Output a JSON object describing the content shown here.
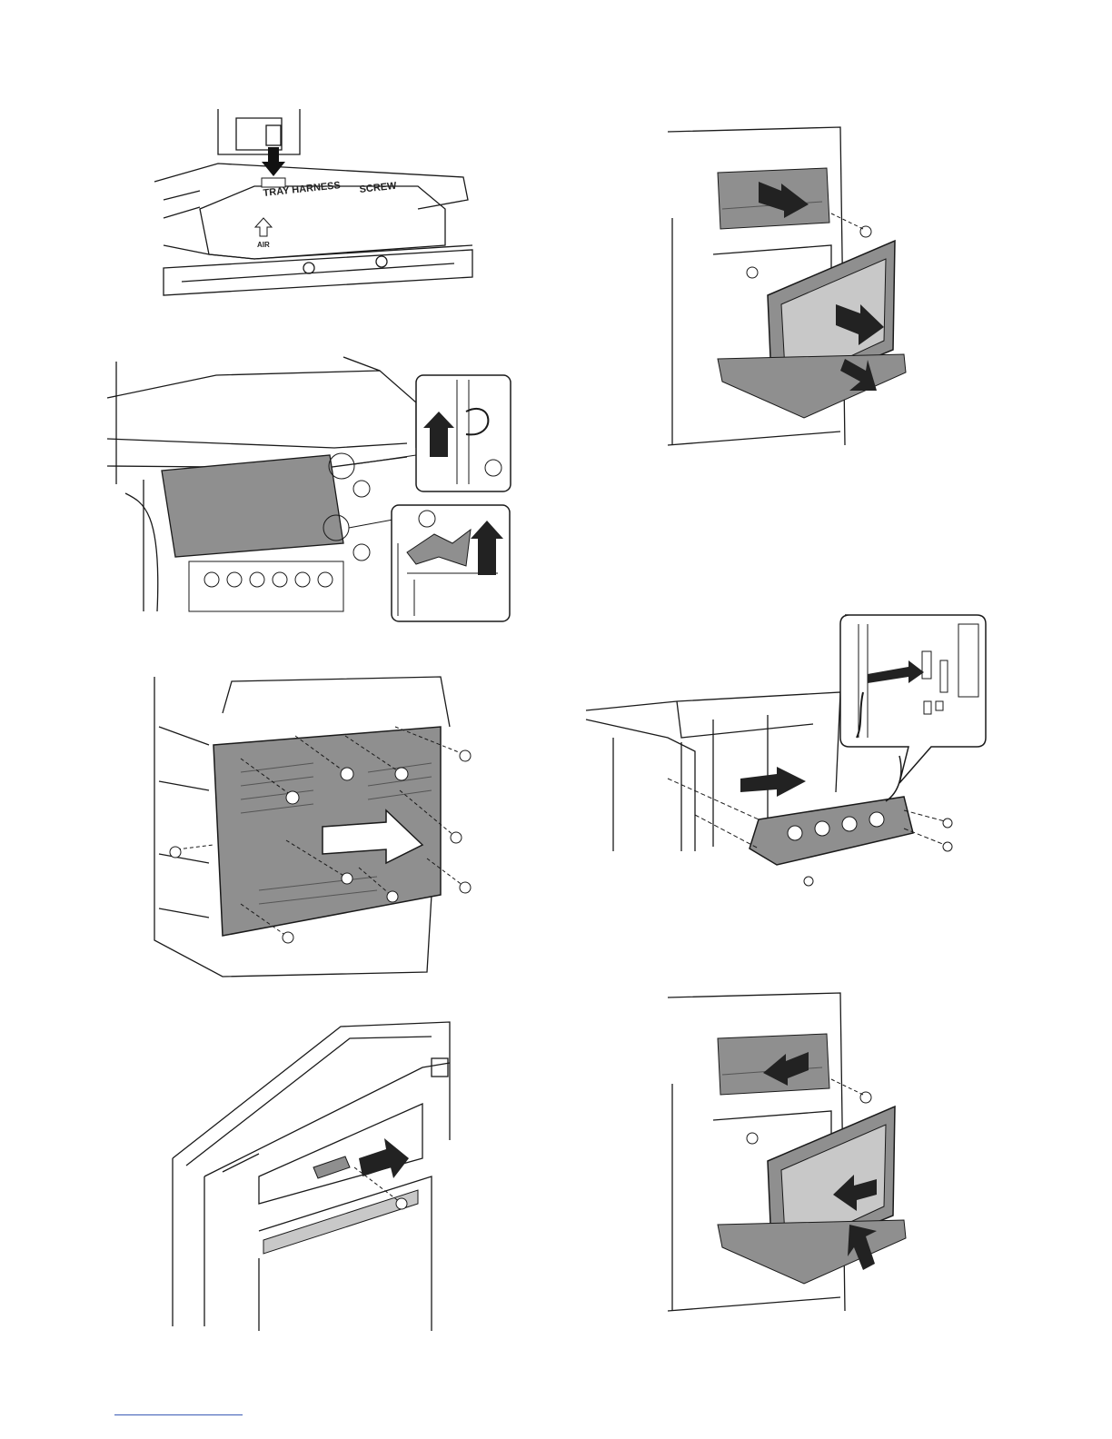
{
  "figures": {
    "harness": {
      "label_tray_harness": "TRAY HARNESS",
      "label_screw": "SCREW",
      "label_air": "AIR"
    }
  },
  "colors": {
    "panel_gray": "#8f8f8f",
    "light_gray": "#c8c8c8",
    "line": "#1a1a1a",
    "footer_rule": "#3b5bb5"
  }
}
